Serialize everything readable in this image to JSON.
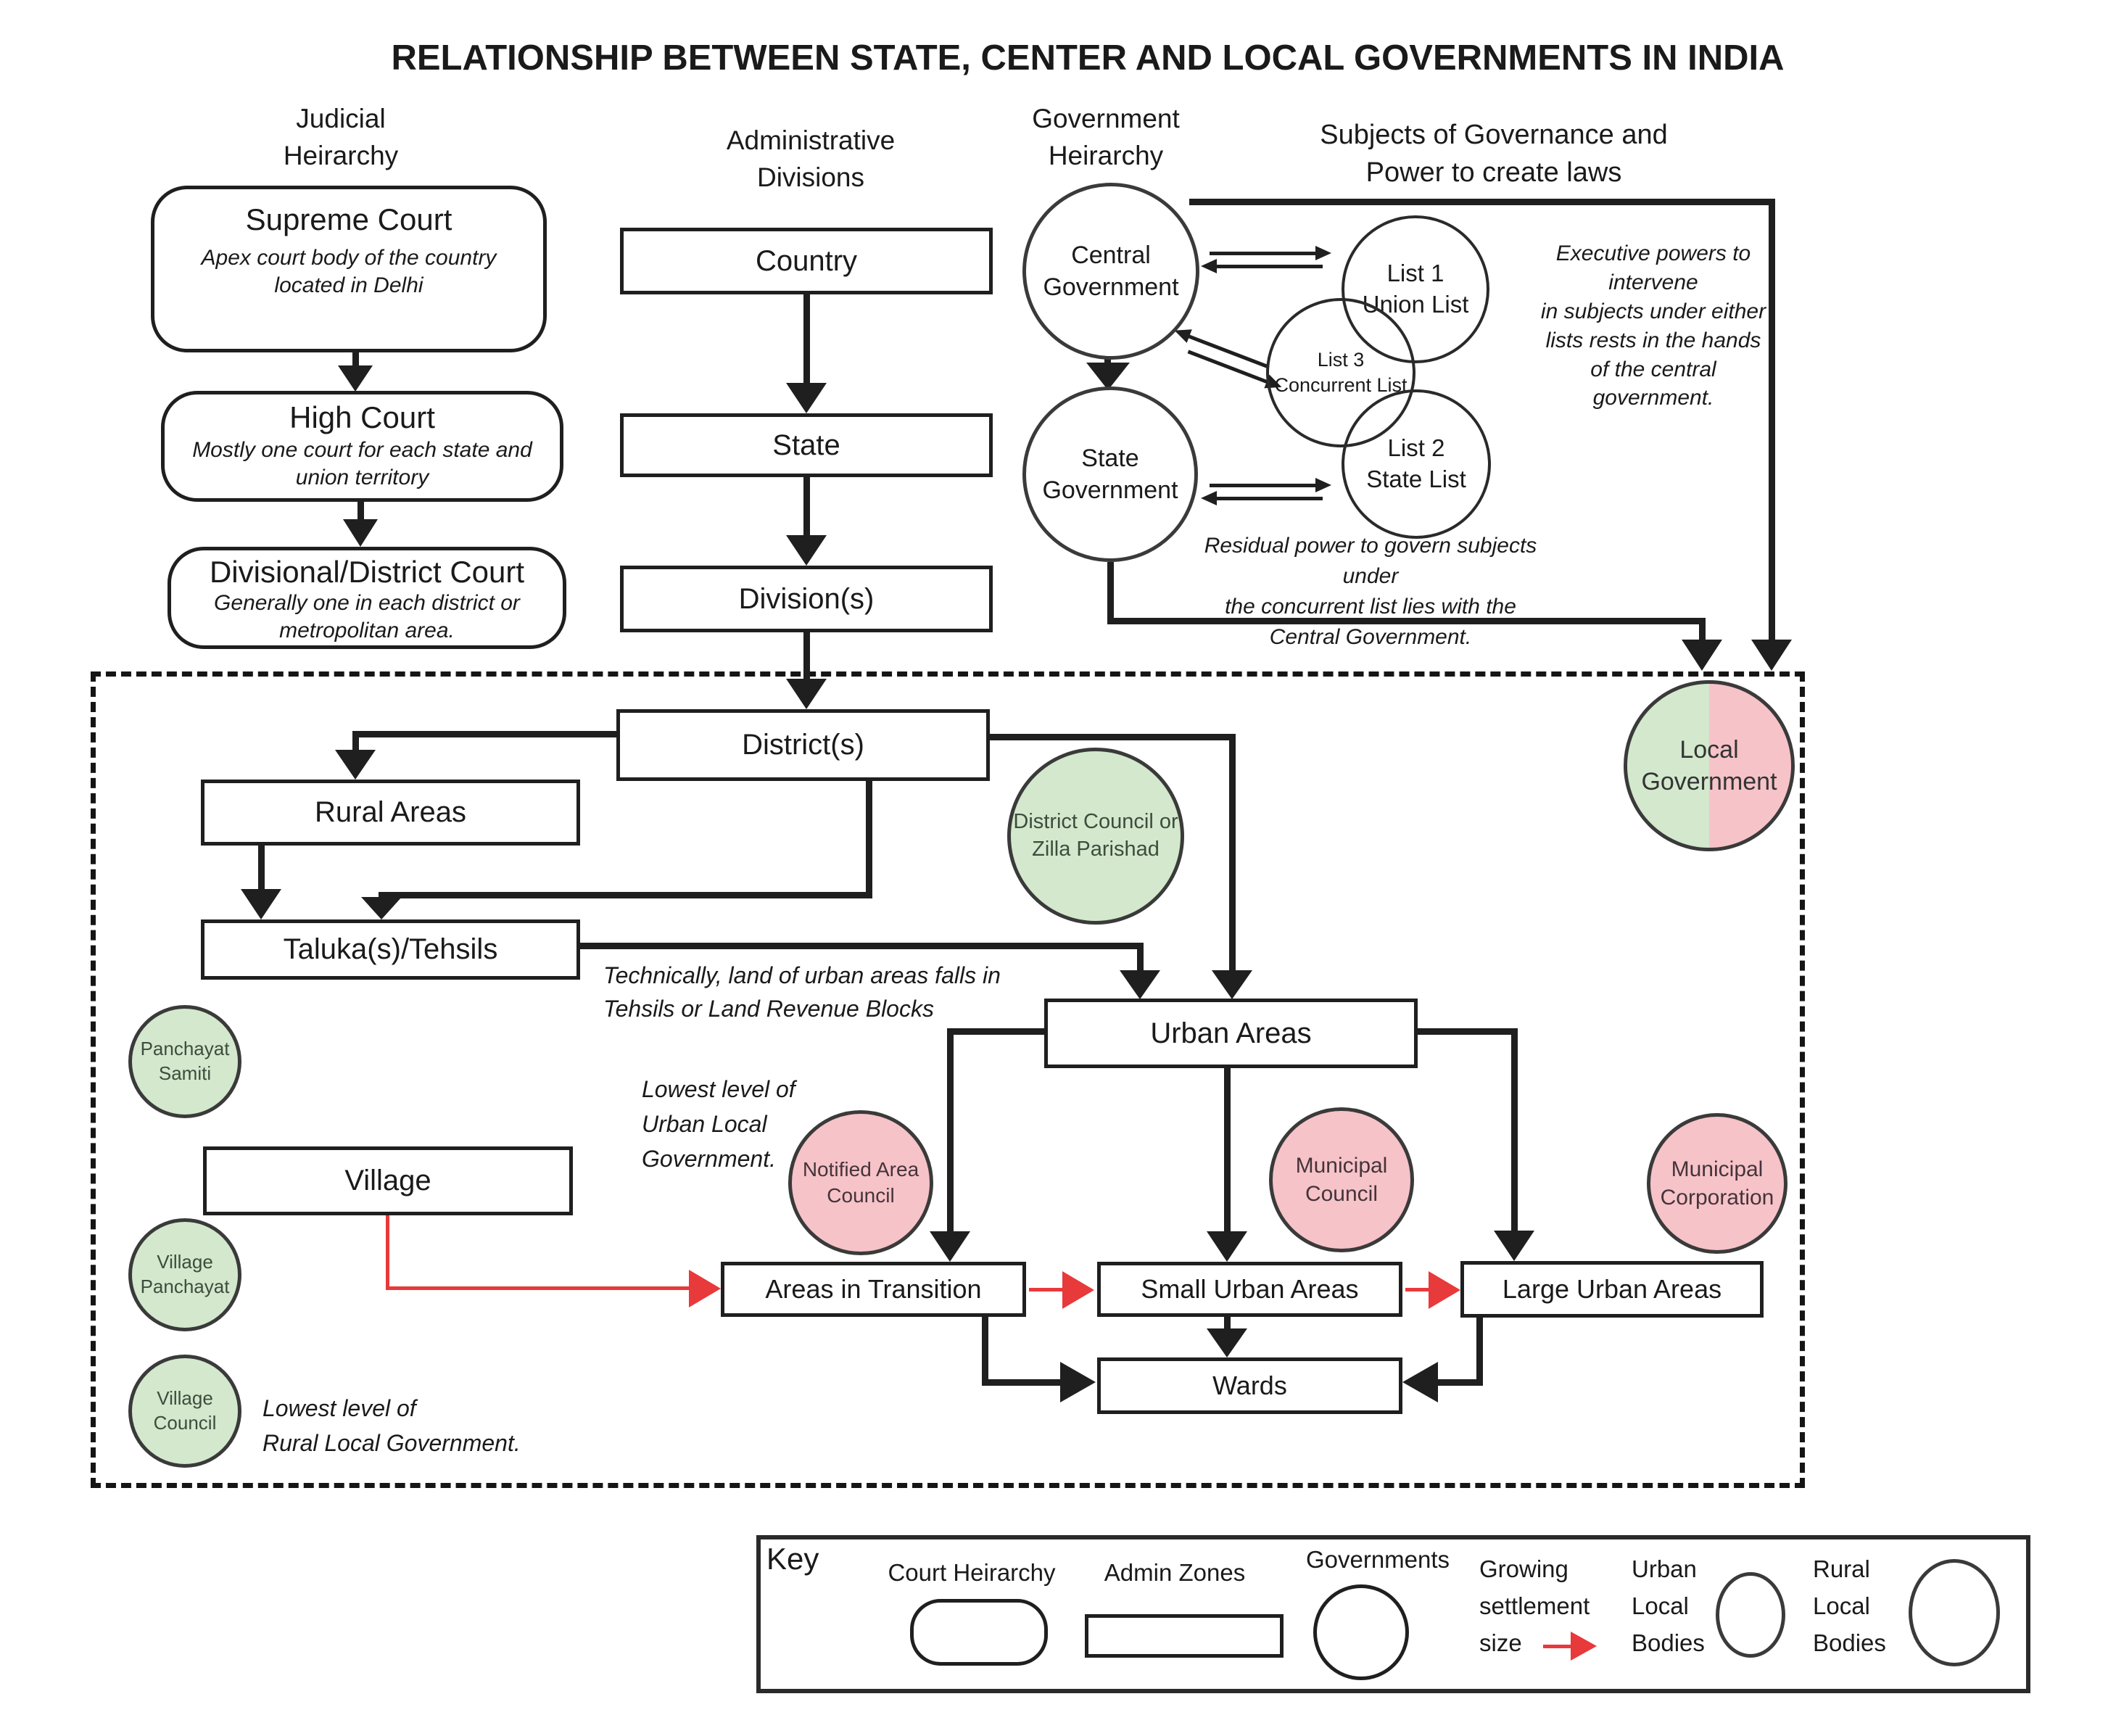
{
  "title": "RELATIONSHIP BETWEEN STATE, CENTER AND LOCAL GOVERNMENTS IN INDIA",
  "headers": {
    "judicial": "Judicial\nHeirarchy",
    "administrative": "Administrative\nDivisions",
    "government": "Government\nHeirarchy",
    "subjects": "Subjects of Governance and\nPower to create laws"
  },
  "judicial": {
    "supreme": {
      "title": "Supreme Court",
      "desc": "Apex court body of the country\nlocated in Delhi"
    },
    "high": {
      "title": "High Court",
      "desc": "Mostly one court for each state and\nunion territory"
    },
    "divisional": {
      "title": "Divisional/District Court",
      "desc": "Generally one in each district or\nmetropolitan area."
    }
  },
  "admin": {
    "country": "Country",
    "state": "State",
    "divisions": "Division(s)",
    "districts": "District(s)"
  },
  "zones": {
    "rural": "Rural Areas",
    "taluka": "Taluka(s)/Tehsils",
    "village": "Village",
    "urban": "Urban Areas",
    "transition": "Areas in Transition",
    "small_urban": "Small Urban Areas",
    "large_urban": "Large Urban Areas",
    "wards": "Wards"
  },
  "governments": {
    "central": "Central\nGovernment",
    "state": "State\nGovernment",
    "list1": "List 1\nUnion List",
    "list3": "List 3\nConcurrent List",
    "list2": "List 2\nState List",
    "local": "Local\nGovernment"
  },
  "rural_bodies": {
    "district_council": "District Council or\nZilla Parishad",
    "panchayat_samiti": "Panchayat\nSamiti",
    "village_panchayat": "Village\nPanchayat",
    "village_council": "Village\nCouncil"
  },
  "urban_bodies": {
    "notified_area": "Notified Area\nCouncil",
    "municipal_council": "Municipal\nCouncil",
    "municipal_corporation": "Municipal\nCorporation"
  },
  "annotations": {
    "executive": "Executive powers to\nintervene\nin subjects under either\nlists rests in the hands\nof the central\ngovernment.",
    "residual": "Residual power to govern subjects under\nthe concurrent list lies with the\nCentral Government.",
    "technically": "Technically, land of urban areas falls in\nTehsils or Land Revenue Blocks",
    "lowest_urban": "Lowest level of\nUrban Local\nGovernment.",
    "lowest_rural": "Lowest level of\nRural Local Government."
  },
  "key": {
    "title": "Key",
    "court": "Court Heirarchy",
    "admin": "Admin Zones",
    "governments": "Governments",
    "growing": "Growing\nsettlement\nsize",
    "urban": "Urban\nLocal\nBodies",
    "rural": "Rural\nLocal\nBodies"
  },
  "colors": {
    "rural_green": "#d3e8cd",
    "urban_pink": "#f6c3c8",
    "line": "#1f1f1f",
    "red_arrow": "#e8393b"
  }
}
